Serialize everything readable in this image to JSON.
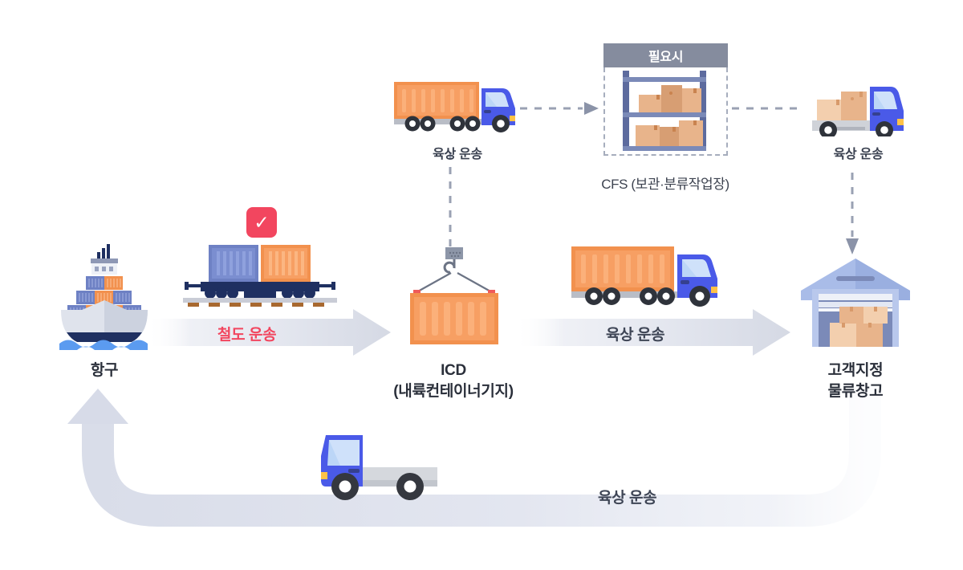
{
  "diagram": {
    "title_text": "",
    "colors": {
      "accent_red": "#f2465f",
      "container_orange": "#f2914e",
      "container_orange_light": "#f7a977",
      "truck_blue": "#4a5ae8",
      "navy": "#1f3061",
      "steel_blue": "#7b8ab8",
      "arrow_gray": "#d7dae4",
      "path_gray": "#e6e9f2",
      "box_tan": "#e8b48b",
      "text_dark": "#2a2f3a",
      "header_gray": "#858c9e"
    },
    "nodes": [
      {
        "id": "port",
        "label": "항구",
        "sub": ""
      },
      {
        "id": "icd",
        "label": "ICD",
        "sub": "(내륙컨테이너기지)"
      },
      {
        "id": "warehouse",
        "label": "고객지정",
        "sub": "물류창고"
      }
    ],
    "flows": {
      "rail_label": "철도 운송",
      "road_main_label": "육상 운송",
      "road_top_label": "육상 운송",
      "road_right_label": "육상 운송",
      "road_return_label": "육상 운송"
    },
    "cfs": {
      "header_label": "필요시",
      "caption": "CFS (보관·분류작업장)"
    },
    "badge": {
      "name": "check-badge",
      "glyph": "✓"
    }
  }
}
